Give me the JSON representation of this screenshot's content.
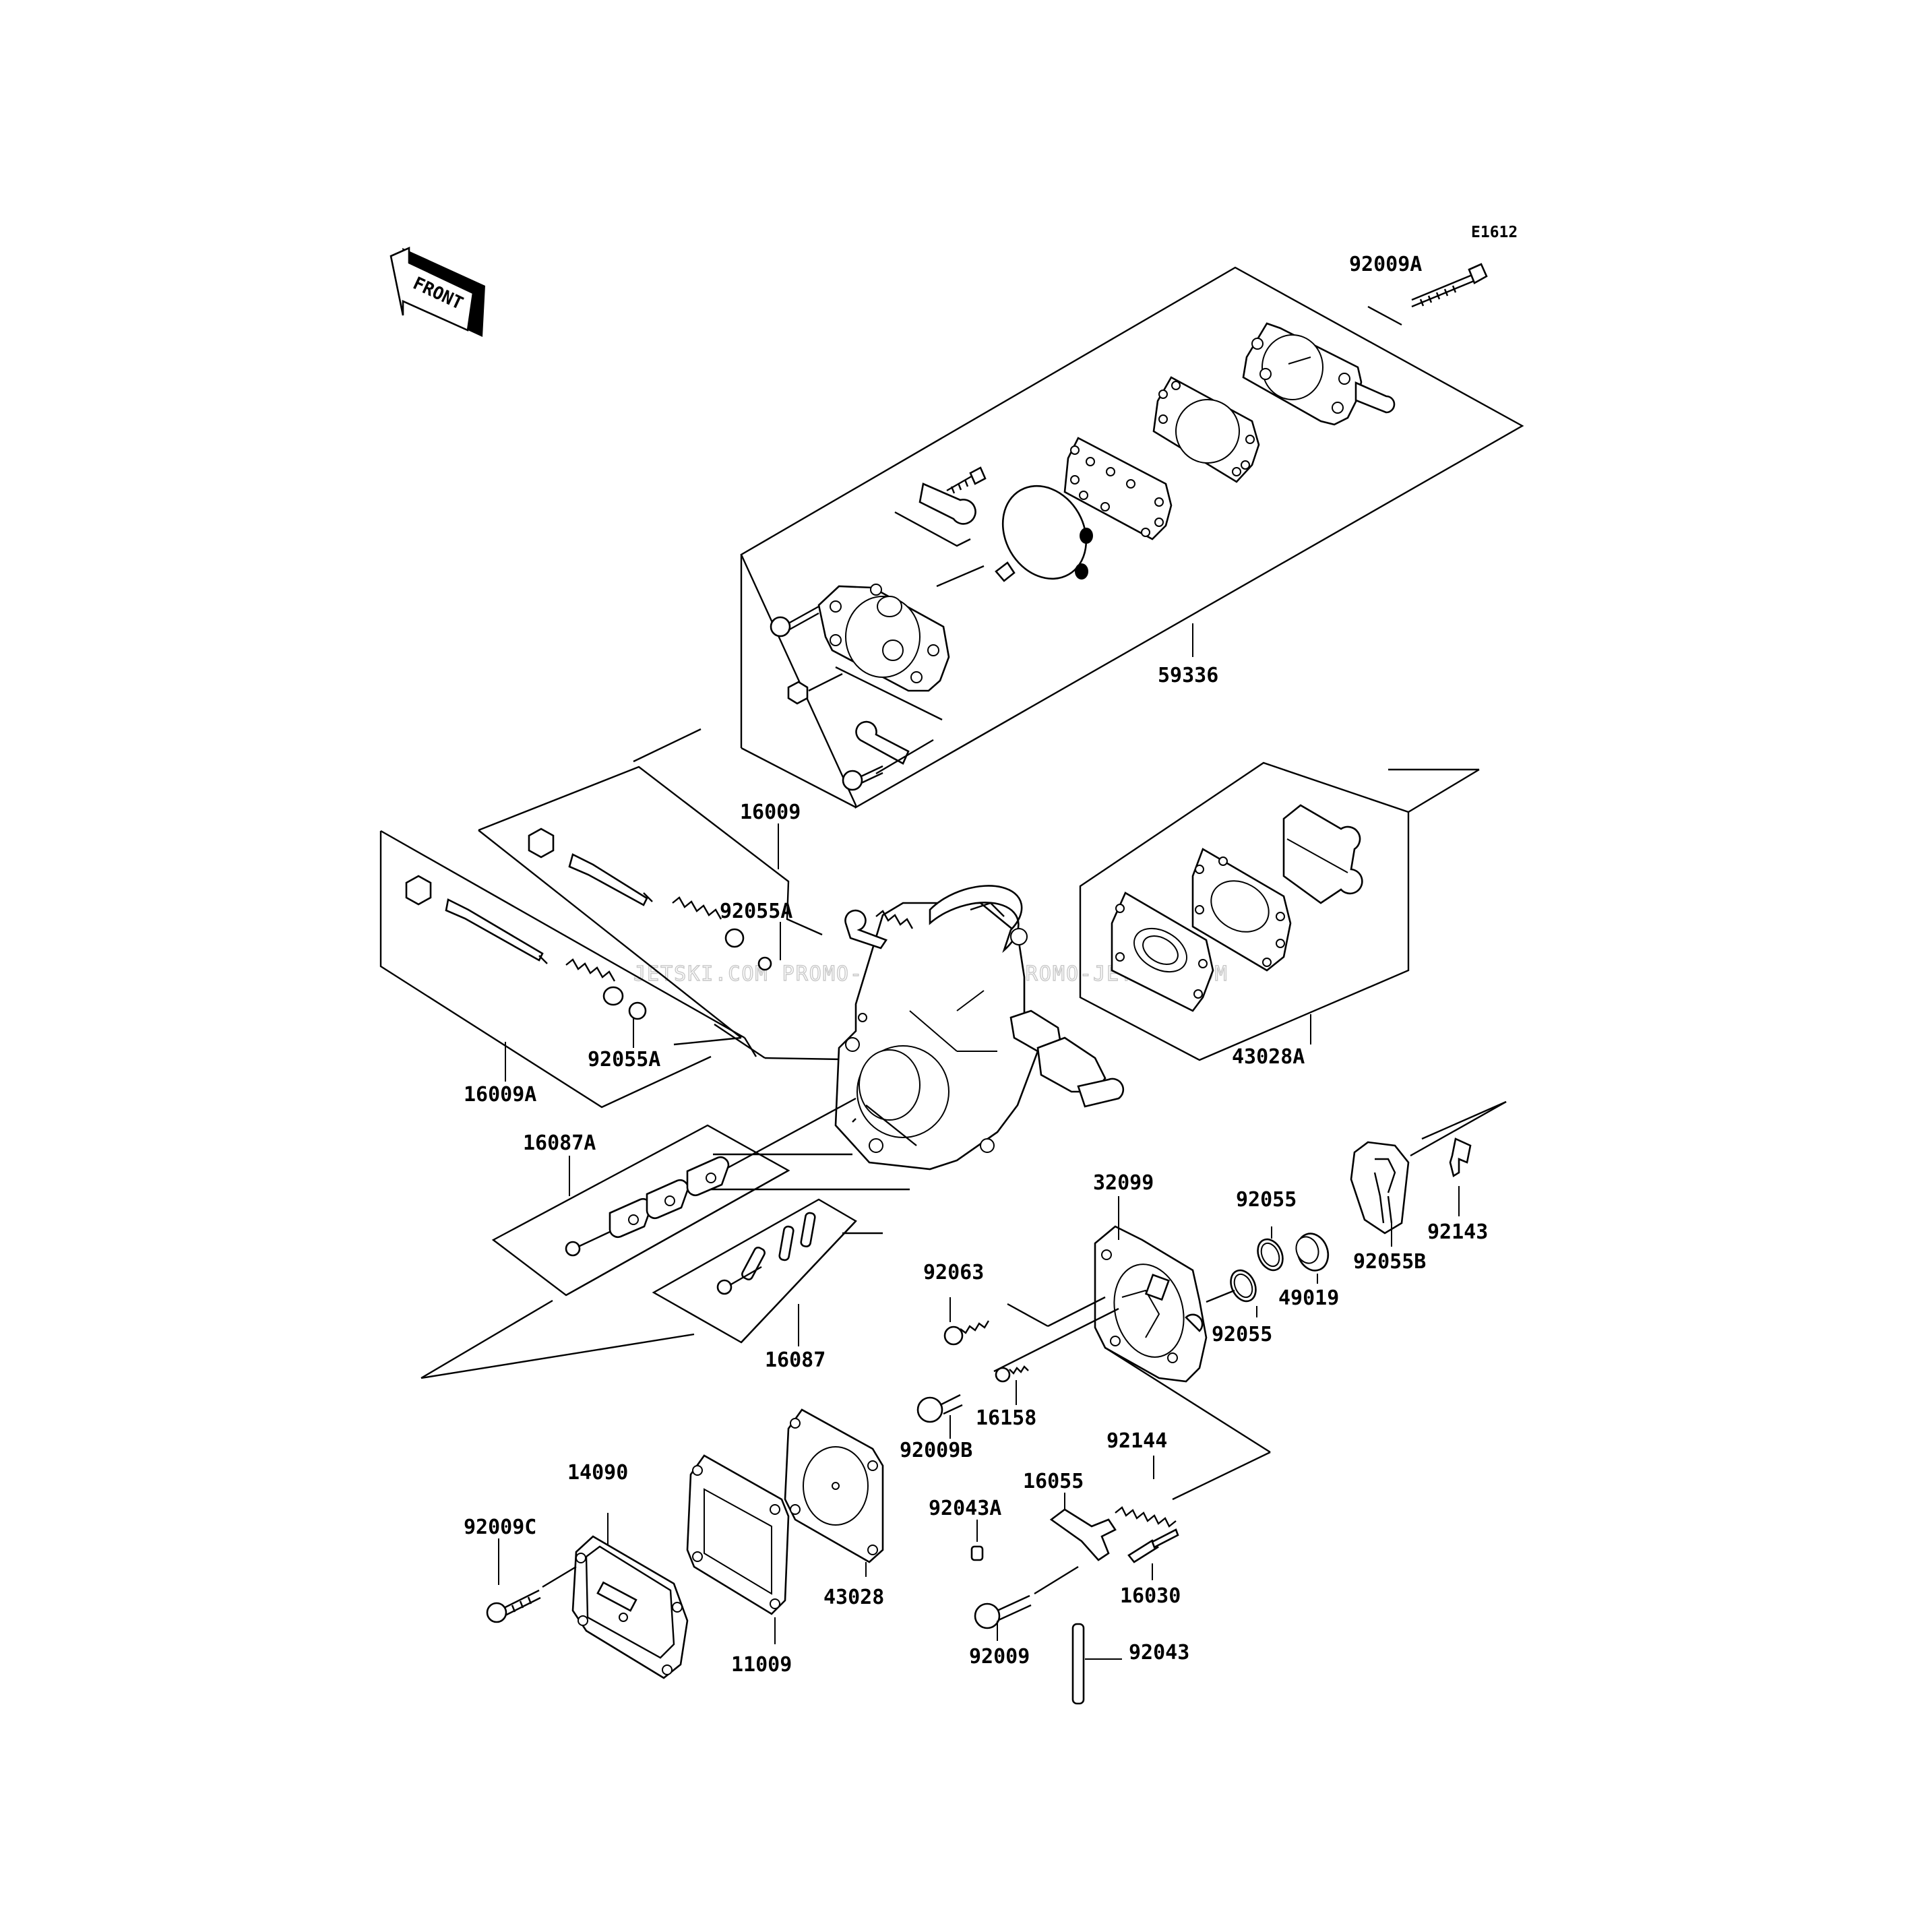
{
  "diagram": {
    "code": "E1612",
    "direction": "FRONT",
    "watermark": "JETSKI.COM  PROMO-JETSKI.COM  PROMO-JETSKI.COM",
    "labels": {
      "p92009A": "92009A",
      "p59336": "59336",
      "p16009": "16009",
      "p16009A": "16009A",
      "p92055A_1": "92055A",
      "p92055A_2": "92055A",
      "p43028A": "43028A",
      "p16087A": "16087A",
      "p16087": "16087",
      "p32099": "32099",
      "p92055_1": "92055",
      "p92055_2": "92055",
      "p49019": "49019",
      "p92055B": "92055B",
      "p92143": "92143",
      "p92063": "92063",
      "p16158": "16158",
      "p92009B": "92009B",
      "p92144": "92144",
      "p16055": "16055",
      "p92043A": "92043A",
      "p16030": "16030",
      "p92009": "92009",
      "p92043": "92043",
      "p14090": "14090",
      "p92009C": "92009C",
      "p11009": "11009",
      "p43028": "43028"
    }
  }
}
